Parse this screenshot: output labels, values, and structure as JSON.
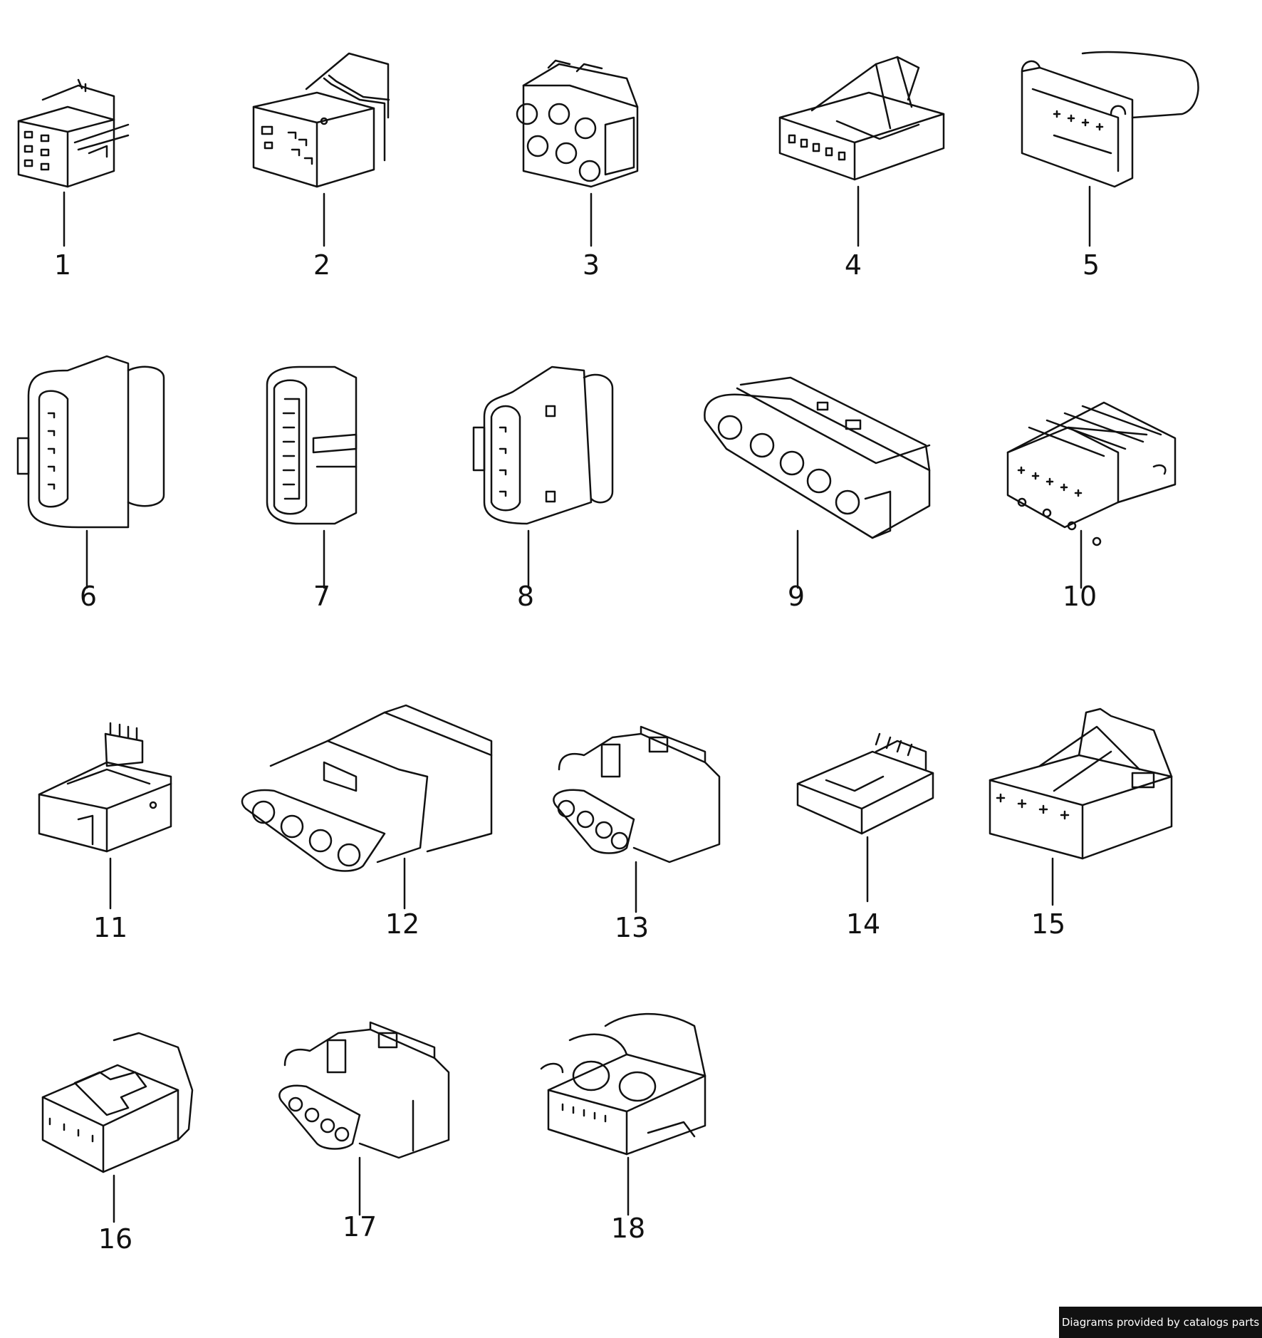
{
  "parts": [
    {
      "label": "1"
    },
    {
      "label": "2"
    },
    {
      "label": "3"
    },
    {
      "label": "4"
    },
    {
      "label": "5"
    },
    {
      "label": "6"
    },
    {
      "label": "7"
    },
    {
      "label": "8"
    },
    {
      "label": "9"
    },
    {
      "label": "10"
    },
    {
      "label": "11"
    },
    {
      "label": "12"
    },
    {
      "label": "13"
    },
    {
      "label": "14"
    },
    {
      "label": "15"
    },
    {
      "label": "16"
    },
    {
      "label": "17"
    },
    {
      "label": "18"
    }
  ],
  "credit": "Diagrams provided by catalogs parts",
  "colors": {
    "line": "#111111",
    "background": "#ffffff",
    "credit_bg": "#111111"
  }
}
